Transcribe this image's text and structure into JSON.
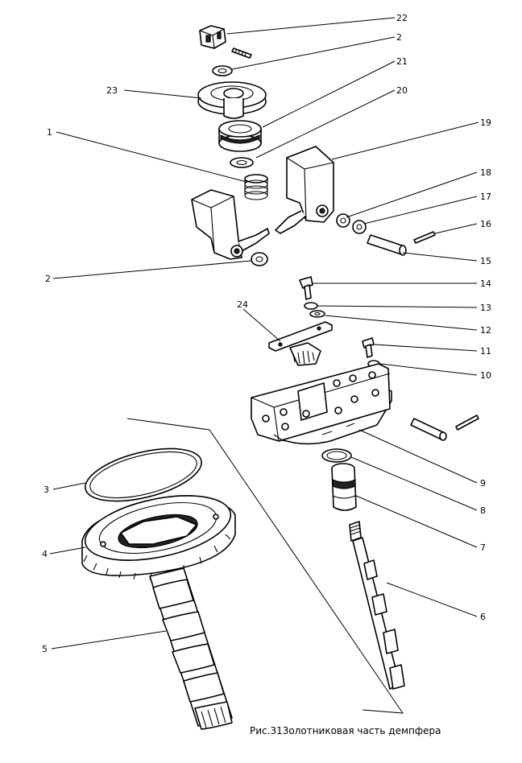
{
  "caption": "Рис.313олотниковая часть демпфера",
  "callouts": [
    {
      "id": "22",
      "text": "22"
    },
    {
      "id": "2a",
      "text": "2"
    },
    {
      "id": "21",
      "text": "21"
    },
    {
      "id": "23",
      "text": "23"
    },
    {
      "id": "20",
      "text": "20"
    },
    {
      "id": "19",
      "text": "19"
    },
    {
      "id": "1",
      "text": "1"
    },
    {
      "id": "18",
      "text": "18"
    },
    {
      "id": "17",
      "text": "17"
    },
    {
      "id": "16",
      "text": "16"
    },
    {
      "id": "15",
      "text": "15"
    },
    {
      "id": "2b",
      "text": "2"
    },
    {
      "id": "14",
      "text": "14"
    },
    {
      "id": "13",
      "text": "13"
    },
    {
      "id": "24",
      "text": "24"
    },
    {
      "id": "12",
      "text": "12"
    },
    {
      "id": "11",
      "text": "11"
    },
    {
      "id": "10",
      "text": "10"
    },
    {
      "id": "9",
      "text": "9"
    },
    {
      "id": "8",
      "text": "8"
    },
    {
      "id": "3",
      "text": "3"
    },
    {
      "id": "7",
      "text": "7"
    },
    {
      "id": "4",
      "text": "4"
    },
    {
      "id": "6",
      "text": "6"
    },
    {
      "id": "5",
      "text": "5"
    }
  ]
}
